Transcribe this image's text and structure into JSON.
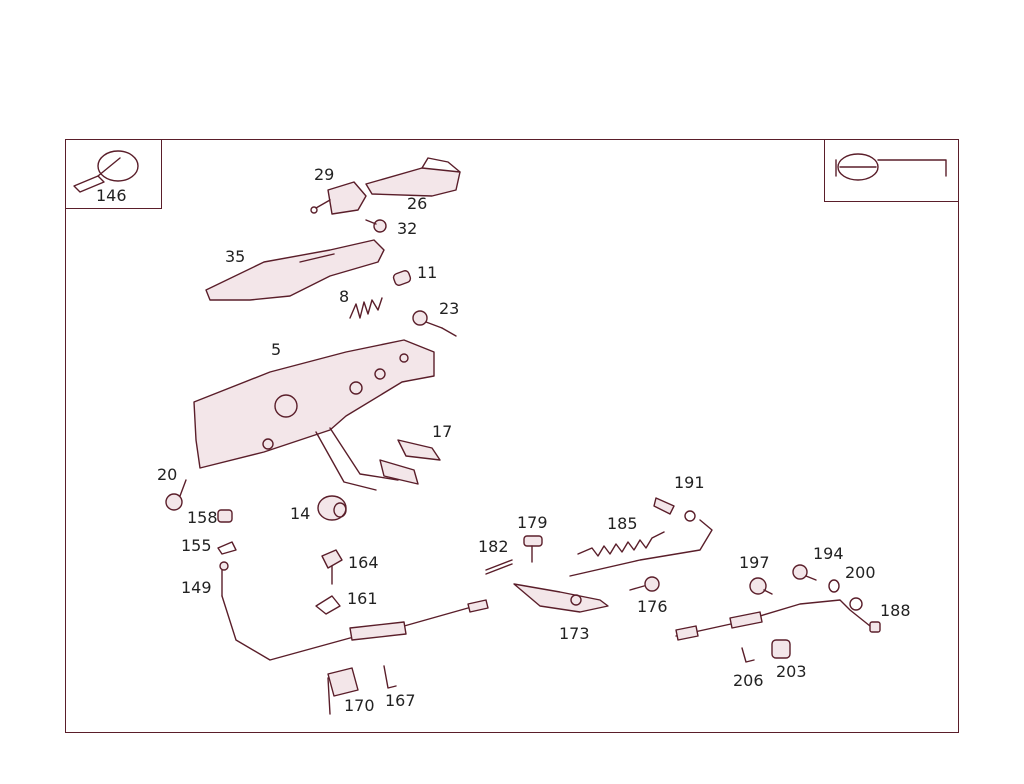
{
  "diagram": {
    "colors": {
      "line": "#5a1e2a",
      "fill": "#f3e6e9",
      "text": "#222222"
    },
    "labels": {
      "l146": "146",
      "l29": "29",
      "l26": "26",
      "l32": "32",
      "l35": "35",
      "l11": "11",
      "l8": "8",
      "l23": "23",
      "l5": "5",
      "l17": "17",
      "l20": "20",
      "l158": "158",
      "l14": "14",
      "l155": "155",
      "l149": "149",
      "l164": "164",
      "l161": "161",
      "l170": "170",
      "l167": "167",
      "l182": "182",
      "l179": "179",
      "l185": "185",
      "l191": "191",
      "l176": "176",
      "l173": "173",
      "l197": "197",
      "l194": "194",
      "l200": "200",
      "l188": "188",
      "l206": "206",
      "l203": "203"
    }
  }
}
